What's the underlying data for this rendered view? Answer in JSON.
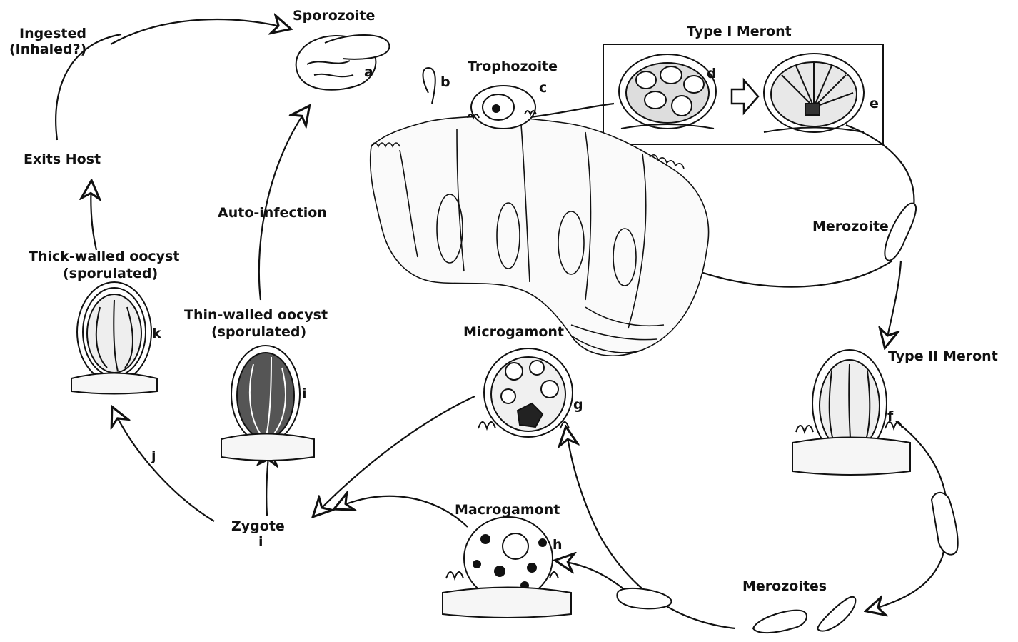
{
  "labels": {
    "sporozoite": "Sporozoite",
    "ingested": "Ingested",
    "inhaled": "(Inhaled?)",
    "exits_host": "Exits  Host",
    "auto_infection": "Auto-infection",
    "thick_walled_1": "Thick-walled oocyst",
    "thick_walled_2": "(sporulated)",
    "thin_walled_1": "Thin-walled oocyst",
    "thin_walled_2": "(sporulated)",
    "trophozoite": "Trophozoite",
    "type1_meront": "Type I Meront",
    "merozoite": "Merozoite",
    "type2_meront": "Type II Meront",
    "microgamont": "Microgamont",
    "macrogamont": "Macrogamont",
    "zygote": "Zygote",
    "zygote_letter": "i",
    "merozoites": "Merozoites"
  },
  "letters": {
    "a": "a",
    "b": "b",
    "c": "c",
    "d": "d",
    "e": "e",
    "f": "f",
    "g": "g",
    "h": "h",
    "i": "i",
    "j": "j",
    "k": "k"
  }
}
